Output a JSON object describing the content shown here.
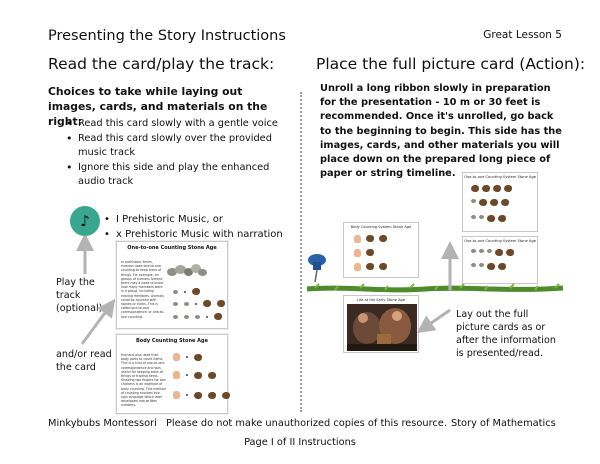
{
  "header": {
    "title": "Presenting the Story Instructions",
    "lesson": "Great Lesson 5"
  },
  "left": {
    "heading": "Read the card/play the track:",
    "choices_intro": "Choices to take while laying out images, cards, and materials on the right:",
    "bullets": [
      "Read this card slowly with a gentle voice",
      "Read this card slowly over the provided music track",
      "Ignore this side and play the enhanced audio track"
    ],
    "music_icon": "music-note-icon",
    "music_options": [
      "I Prehistoric Music, or",
      "x Prehistoric Music with narration"
    ],
    "play_label": "Play the track (optional)",
    "read_label": "and/or read the card",
    "card1": {
      "title": "One-to-one Counting Stone Age",
      "text": "In prehistoric times, humans used one-to-one counting to keep track of things. For example, on groups of humans foment, there may a need to know how many members were in a group, including moving members. Animals could be counted with stones or sticks. This is called one-to-one correspondence, or one-to-one counting."
    },
    "card2": {
      "title": "Body Counting Stone Age",
      "text": "Humans also used their body parts to count items. This is a kind of one-to-one correspondence and was useful for keeping track of things or trading items. Showing two fingers for two chickens is an example of body counting. This method of counting evolved into sign language which later developed into written numbers."
    }
  },
  "right": {
    "heading": "Place the full picture card (Action):",
    "instructions": "Unroll a long ribbon slowly in preparation for the presentation - 10 m or 30 feet is recommended. Once it's unrolled, go back to the beginning to begin. This side has the images, cards, and other materials you will place down on the prepared long piece of paper or string timeline.",
    "layout_label": "Lay out the full picture cards as or after the information is presented/read.",
    "card_a_title": "One-to-one Counting System Stone Age",
    "card_b_title": "Body Counting System Stone Age",
    "card_c_title": "One-to-one Counting System Stone Age",
    "card_d_title": "Life at the Early Stone Age"
  },
  "footer": {
    "brand": "Minkybubs Montessori",
    "notice": "Please do not make unauthorized copies of this resource.",
    "series": "Story of Mathematics",
    "page": "Page I of II Instructions"
  },
  "colors": {
    "music_circle": "#3aa68f",
    "divider": "#9a9a9a",
    "arrow": "#b3b3b3",
    "vine": "#4f8a2c",
    "pin": "#2b5fa6"
  }
}
